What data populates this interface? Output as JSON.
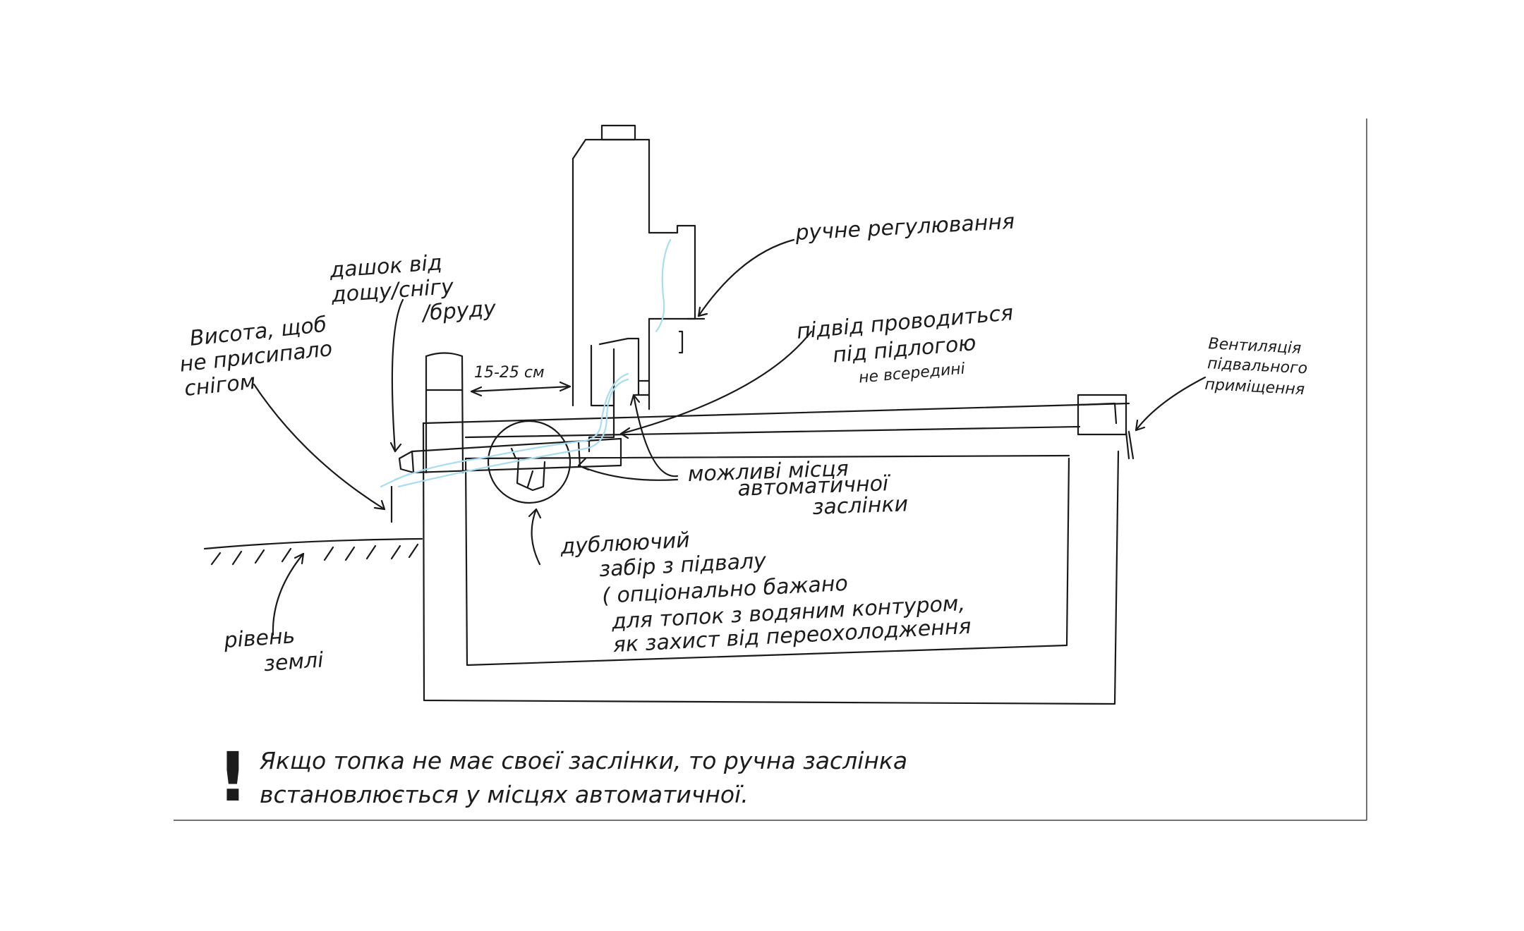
{
  "labels": {
    "manual_regulation": "ручне регулювання",
    "canopy": [
      "дашок від",
      "дощу/снігу",
      "/бруду"
    ],
    "height": [
      "Висота, щоб",
      "не присипало",
      "снігом"
    ],
    "gap": "15-25 см",
    "ventilation": [
      "Вентиляція",
      "підвального",
      "приміщення"
    ],
    "supply": [
      "підвід проводиться",
      "під підлогою",
      "не всередині"
    ],
    "auto_damper": [
      "можливі місця",
      "автоматичної",
      "заслінки"
    ],
    "duplicate_intake": [
      "дублюючий",
      "забір з підвалу",
      "( опціонально бажано",
      "для топок з водяним контуром,",
      "як захист від переохолодження"
    ],
    "ground_level": [
      "рівень",
      "землі"
    ]
  },
  "note": {
    "mark": "!",
    "lines": [
      "Якщо топка не має своєї заслінки, то ручна заслінка",
      "встановлюється у місцях автоматичної."
    ]
  },
  "colors": {
    "ink": "#1a1a1a",
    "airflow": "#a9dcef"
  }
}
